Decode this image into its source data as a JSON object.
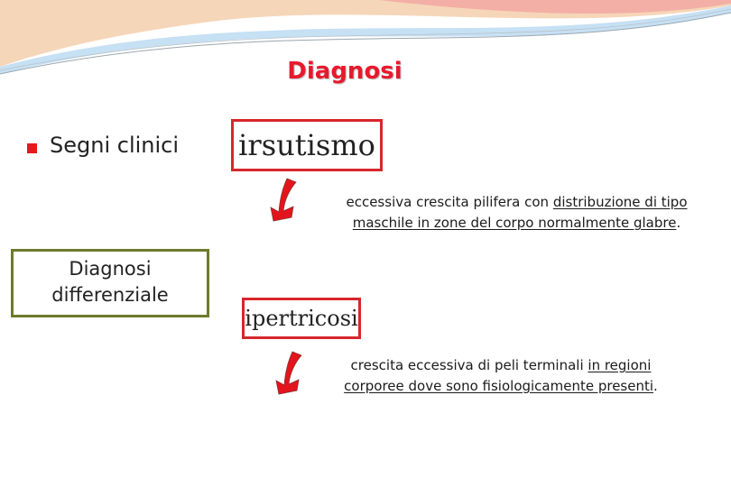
{
  "slide": {
    "title": "Diagnosi",
    "bullet": {
      "label": "Segni clinici"
    },
    "differential_box": {
      "line1": "Diagnosi",
      "line2": "differenziale"
    },
    "term1": {
      "label": "irsutismo",
      "desc_a": "eccessiva crescita pilifera con ",
      "desc_b": "distribuzione di tipo",
      "desc_c": "maschile in zone del corpo normalmente glabre",
      "desc_d": "."
    },
    "term2": {
      "label": "ipertricosi",
      "desc_a": "crescita eccessiva di peli terminali ",
      "desc_b": "in regioni",
      "desc_c": "corporee dove sono fisiologicamente presenti",
      "desc_d": "."
    }
  },
  "colors": {
    "title": "#e8192c",
    "box_red": "#d7262b",
    "box_olive": "#6f7a2e",
    "bullet": "#e6191c",
    "arrow": "#e3141c",
    "wave_peach": "#f6d4b4",
    "wave_pink": "#f2a7a1",
    "wave_blue": "#c3def3"
  }
}
